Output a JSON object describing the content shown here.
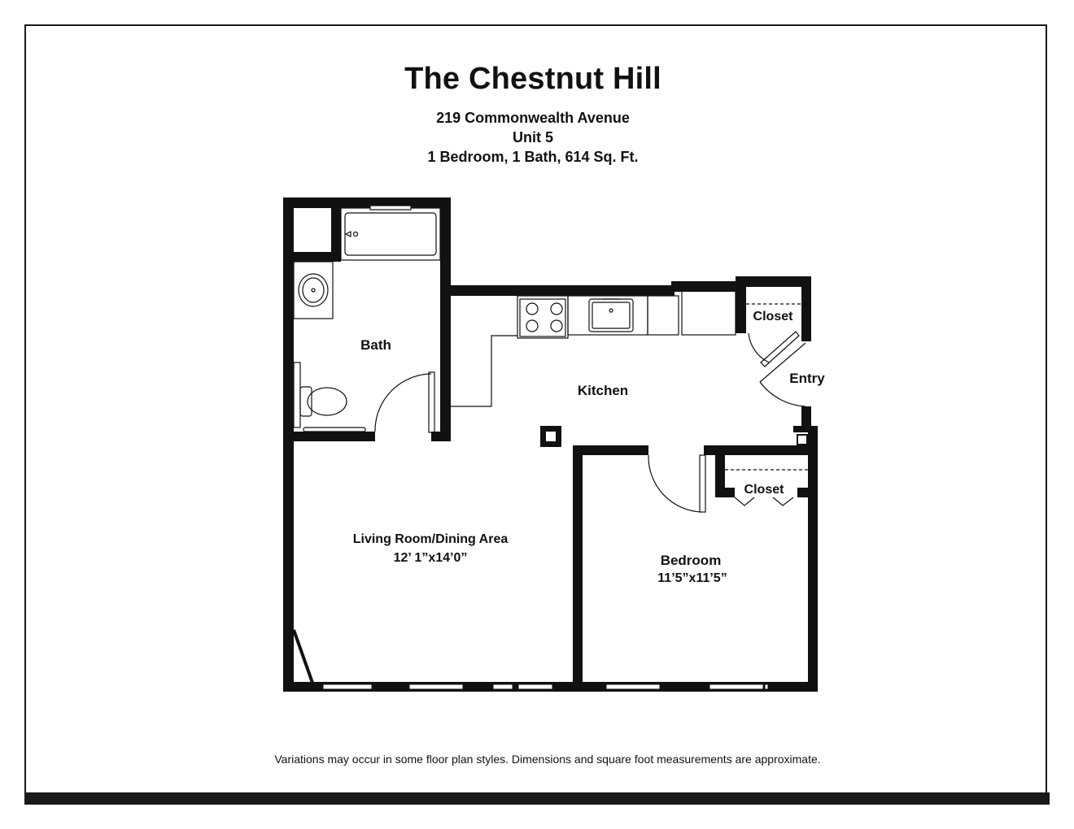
{
  "header": {
    "title": "The Chestnut Hill",
    "address": "219 Commonwealth Avenue",
    "unit": "Unit 5",
    "summary": "1 Bedroom, 1 Bath, 614 Sq. Ft."
  },
  "rooms": {
    "bath": "Bath",
    "kitchen": "Kitchen",
    "closet_entry": "Closet",
    "entry": "Entry",
    "closet_bedroom": "Closet",
    "living": "Living Room/Dining Area",
    "living_dims": "12’ 1”x14’0”",
    "bedroom": "Bedroom",
    "bedroom_dims": "11’5”x11’5”"
  },
  "footer": {
    "disclaimer": "Variations may occur in some floor plan styles. Dimensions and square foot measurements are approximate."
  }
}
